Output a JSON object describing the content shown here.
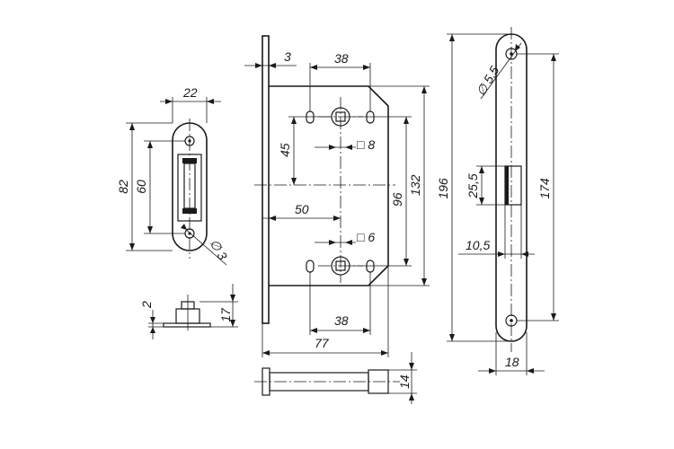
{
  "diagram": {
    "strike_plate": {
      "width": "22",
      "height": "82",
      "hole_spacing": "60",
      "hole_diameter": "∅ 3"
    },
    "strike_side_view": {
      "thickness": "2",
      "height": "17"
    },
    "lock_body": {
      "faceplate_thickness": "3",
      "top_hole_spacing": "38",
      "spindle_to_top": "45",
      "top_square": "□ 8",
      "backset": "50",
      "center_distance": "96",
      "body_height": "132",
      "bottom_square": "□ 6",
      "bottom_hole_spacing": "38",
      "body_width": "77"
    },
    "lock_bottom_view": {
      "height": "14"
    },
    "faceplate": {
      "hole_diameter": "∅ 5,5",
      "total_height": "196",
      "hole_spacing": "174",
      "latch_height": "25,5",
      "latch_width": "10,5",
      "width": "18"
    }
  }
}
